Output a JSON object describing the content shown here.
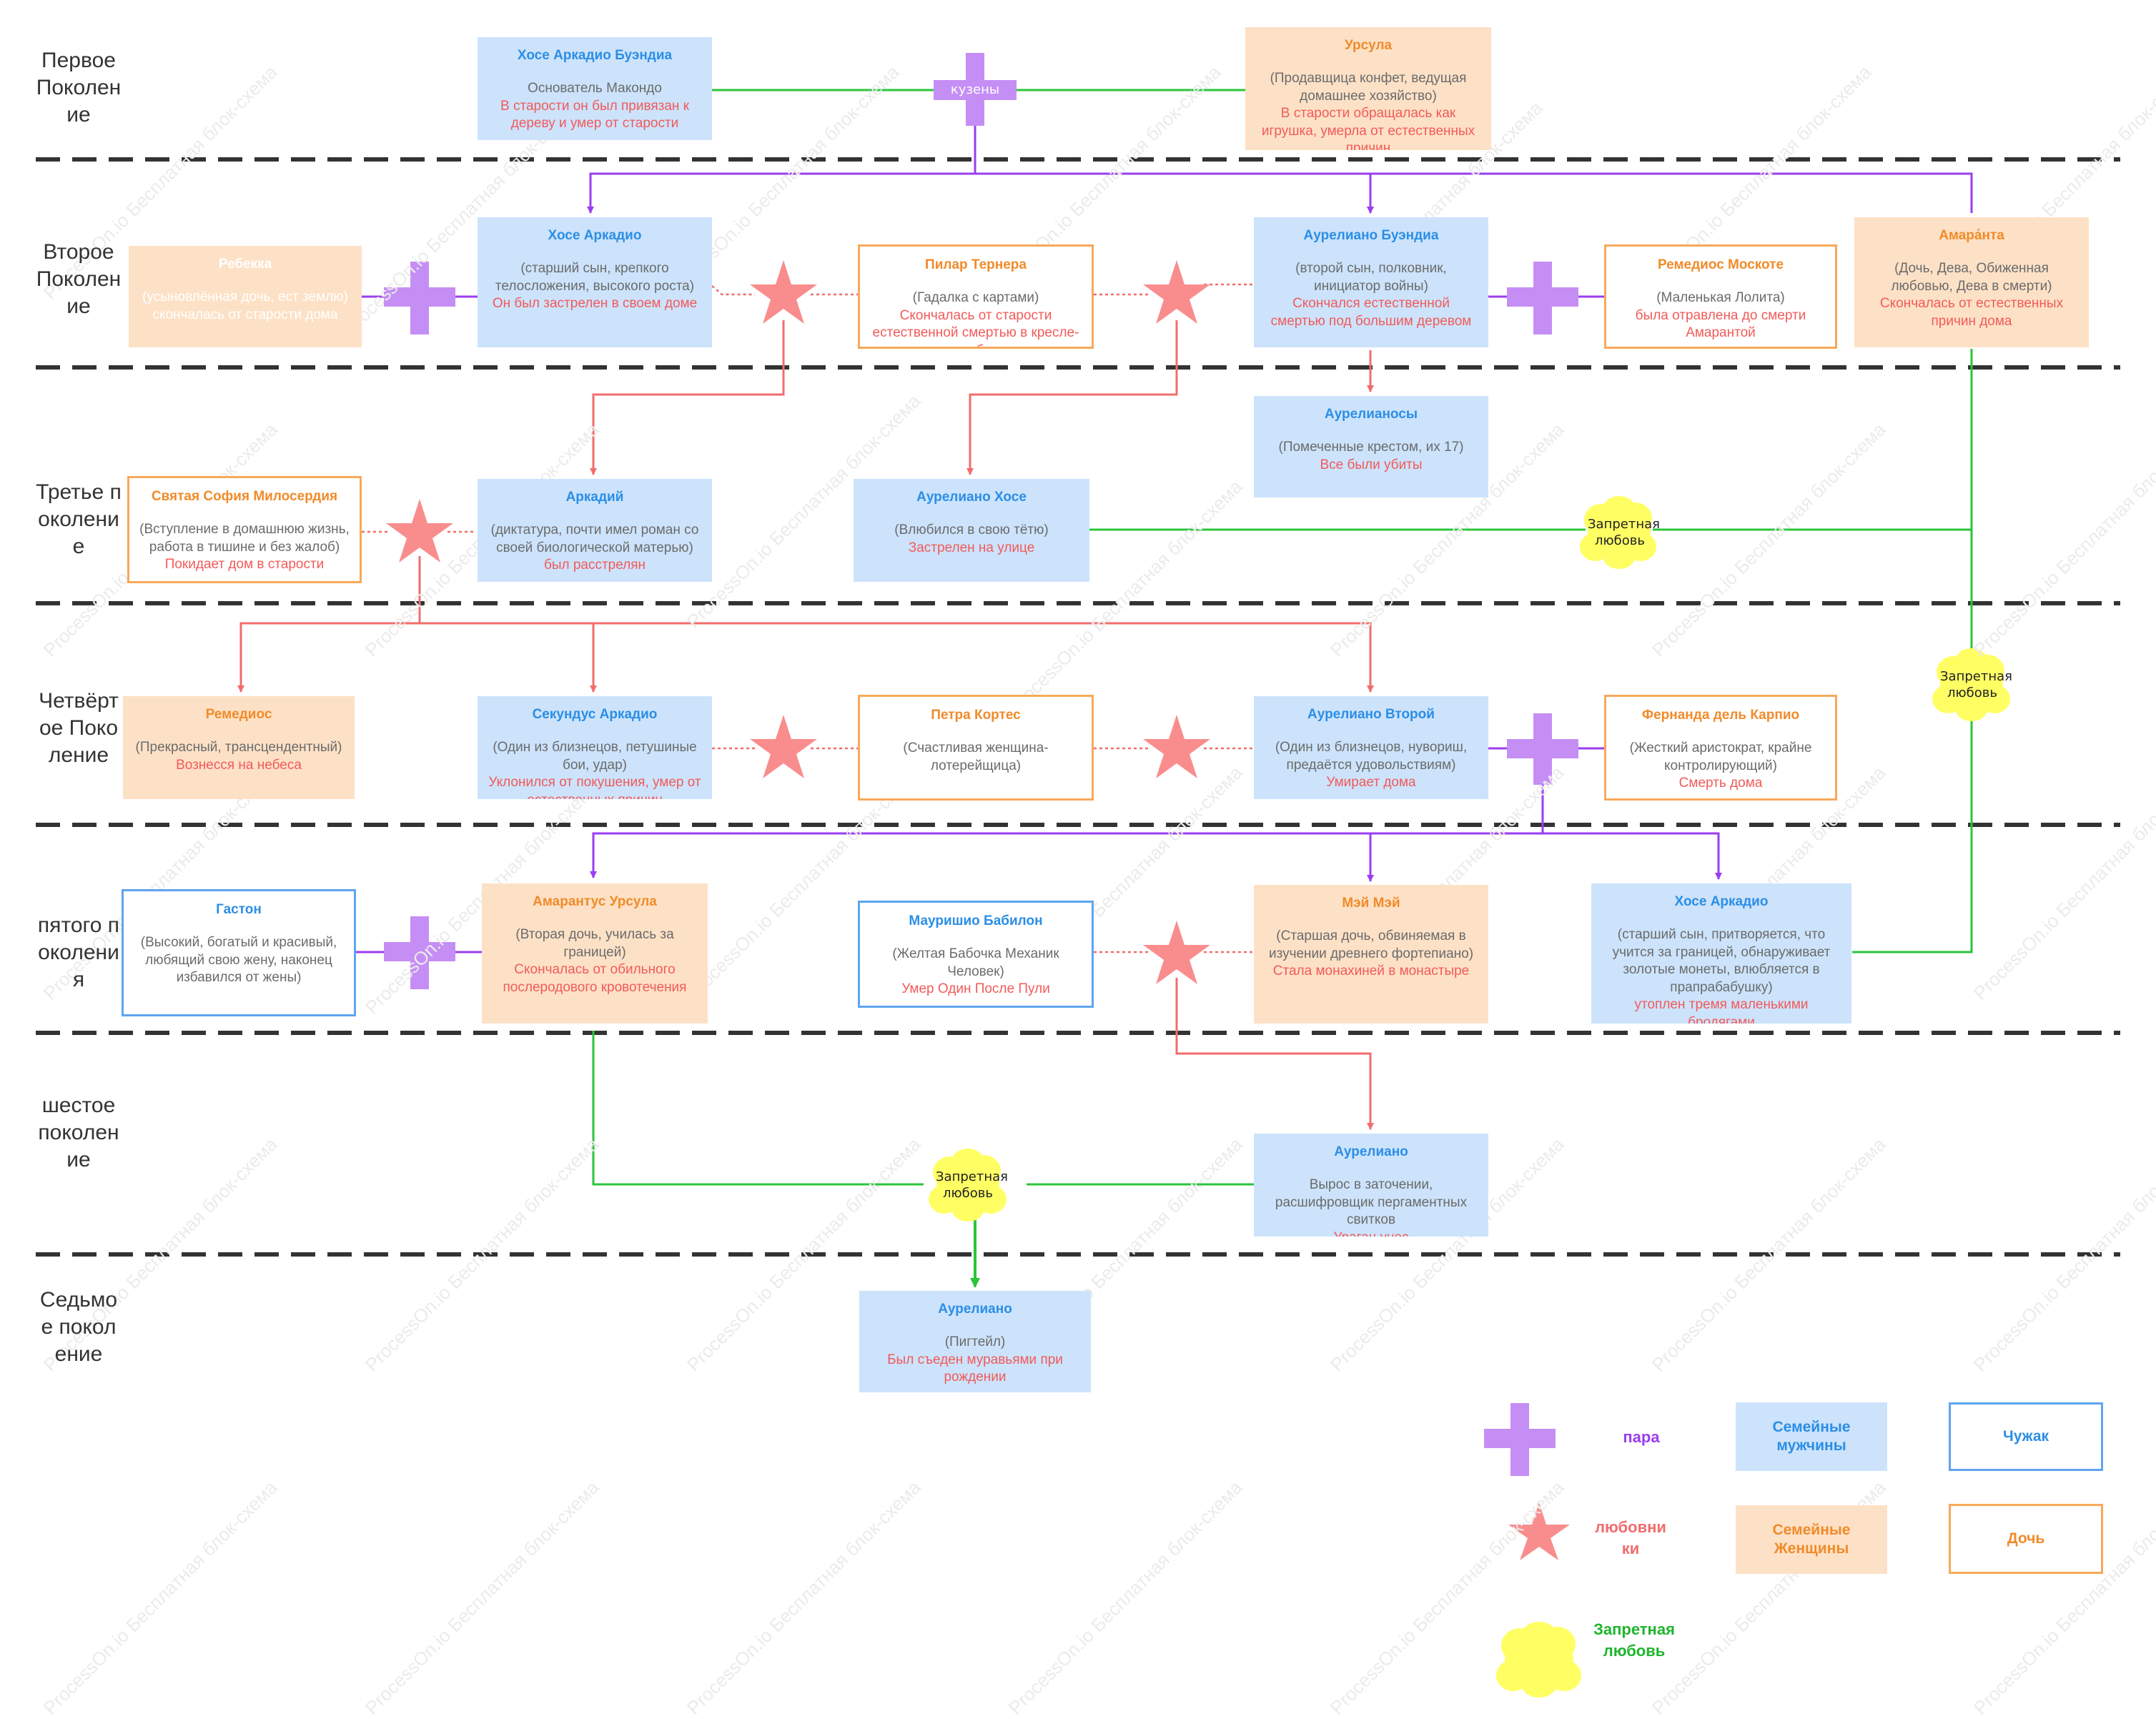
{
  "generations": [
    {
      "id": "g1",
      "label": "Первое Поколение"
    },
    {
      "id": "g2",
      "label": "Второе Поколение"
    },
    {
      "id": "g3",
      "label": "Третье поколение"
    },
    {
      "id": "g4",
      "label": "Четвёртое Поколение"
    },
    {
      "id": "g5",
      "label": "пятого поколения"
    },
    {
      "id": "g6",
      "label": "шестое поколение"
    },
    {
      "id": "g7",
      "label": "Седьмое поколение"
    }
  ],
  "nodes": [
    {
      "id": "jose1",
      "style": "fm",
      "title": "Хосе Аркадио Буэндиа",
      "desc": "Основатель Макондо",
      "fate": "В старости он был привязан к дереву и умер от старости"
    },
    {
      "id": "ursula",
      "style": "ff",
      "title": "Урсула",
      "desc": "(Продавщица конфет, ведущая домашнее хозяйство)",
      "fate": "В старости обращалась как игрушка, умерла от естественных причин"
    },
    {
      "id": "rebeca",
      "style": "ff faded",
      "title": "Ребекка",
      "desc": "(усыновлённая дочь, ест землю)",
      "fate": "скончалась от старости дома"
    },
    {
      "id": "jose2",
      "style": "fm",
      "title": "Хосе Аркадио",
      "desc": "(старший сын, крепкого телосложения, высокого роста)",
      "fate": "Он был застрелен в своем доме"
    },
    {
      "id": "pilar",
      "style": "fo",
      "title": "Пилар Тернера",
      "desc": "(Гадалка с картами)",
      "fate": "Скончалась от старости естественной смертью в кресле-качалке борделя"
    },
    {
      "id": "aureliano_b",
      "style": "fm",
      "title": "Аурелиано Буэндиа",
      "desc": "(второй сын, полковник, инициатор войны)",
      "fate": "Скончался естественной смертью под большим деревом"
    },
    {
      "id": "remedios_m",
      "style": "fo",
      "title": "Ремедиос Москоте",
      "desc": "(Маленькая Лолита)",
      "fate": "была отравлена до смерти Амарантой"
    },
    {
      "id": "amaranta",
      "style": "ff",
      "title": "Амара́нта",
      "desc": "(Дочь, Дева, Обиженная любовью, Дева в смерти)",
      "fate": "Скончалась от естественных причин дома"
    },
    {
      "id": "aurelianos",
      "style": "fm",
      "title": "Аурелианосы",
      "desc": "(Помеченные крестом, их 17)",
      "fate": "Все были убиты"
    },
    {
      "id": "sofia",
      "style": "fo",
      "title": "Святая София Милосердия",
      "desc": "(Вступление в домашнюю жизнь, работа в тишине и без жалоб)",
      "fate": "Покидает дом в старости"
    },
    {
      "id": "arcadio",
      "style": "fm",
      "title": "Аркадий",
      "desc": "(диктатура, почти имел роман со своей биологической матерью)",
      "fate": "был расстрелян"
    },
    {
      "id": "aureliano_jose",
      "style": "fm",
      "title": "Аурелиано Хосе",
      "desc": "(Влюбился в свою тётю)",
      "fate": "Застрелен на улице"
    },
    {
      "id": "remedios",
      "style": "ff",
      "title": "Ремедиос",
      "desc": "(Прекрасный, трансцендентный)",
      "fate": "Вознесся на небеса"
    },
    {
      "id": "segundo",
      "style": "fm",
      "title": "Секундус Аркадио",
      "desc": "(Один из близнецов, петушиные бои, удар)",
      "fate": "Уклонился от покушения, умер от естественных причин"
    },
    {
      "id": "petra",
      "style": "fo",
      "title": "Петра Кортес",
      "desc": "(Счастливая женщина-лотерейщица)",
      "fate": ""
    },
    {
      "id": "aureliano2",
      "style": "fm",
      "title": "Аурелиано Второй",
      "desc": "(Один из близнецов, нувориш, предаётся удовольствиям)",
      "fate": "Умирает дома"
    },
    {
      "id": "fernanda",
      "style": "fo",
      "title": "Фернанда дель Карпио",
      "desc": "(Жесткий аристократ, крайне контролирующий)",
      "fate": "Смерть дома"
    },
    {
      "id": "gaston",
      "style": "fs",
      "title": "Гастон",
      "desc": "(Высокий, богатый и красивый, любящий свою жену, наконец избавился от жены)",
      "fate": ""
    },
    {
      "id": "amaranta_u",
      "style": "ff",
      "title": "Амарантус Урсула",
      "desc": "(Вторая дочь, училась за границей)",
      "fate": "Скончалась от обильного послеродового кровотечения"
    },
    {
      "id": "mauricio",
      "style": "fs",
      "title": "Мауришио Бабилон",
      "desc": "(Желтая Бабочка Механик Человек)",
      "fate": "Умер Один После Пули"
    },
    {
      "id": "meme",
      "style": "ff",
      "title": "Мэй Мэй",
      "desc": "(Старшая дочь, обвиняемая в изучении древнего фортепиано)",
      "fate": "Стала монахиней в монастыре"
    },
    {
      "id": "jose3",
      "style": "fm",
      "title": "Хосе Аркадио",
      "desc": "(старший сын, притворяется, что учится за границей, обнаруживает золотые монеты, влюбляется в прапрабабушку)",
      "fate": "утоплен тремя маленькими бродягами"
    },
    {
      "id": "aureliano6",
      "style": "fm",
      "title": "Аурелиано",
      "desc": "Вырос в заточении, расшифровщик пергаментных свитков",
      "fate": "Ураган унес"
    },
    {
      "id": "aureliano7",
      "style": "fm",
      "title": "Аурелиано",
      "desc": "(Пигтейл)",
      "fate": "Был съеден муравьями при рождении"
    }
  ],
  "relation_labels": {
    "cousins": "кузены",
    "forbidden": "Запретная любовь"
  },
  "legend": {
    "pair": "пара",
    "lovers": "любовники",
    "forbidden": "Запретная любовь",
    "family_men": "Семейные мужчины",
    "family_women": "Семейные Женщины",
    "outsider": "Чужак",
    "daughter": "Дочь"
  },
  "watermark": "ProcessOn.io Бесплатная блок-схема",
  "colors": {
    "family_male_fill": "#cce3fb",
    "family_female_fill": "#fde1c6",
    "daughter_border": "#f7a95a",
    "outsider_border": "#5fa5ee",
    "pair_symbol": "#c58ef5",
    "pair_line": "#9b3df0",
    "lovers_star": "#f98d8d",
    "lovers_line": "#f16d6d",
    "child_arrow": "#f16d6d",
    "forbidden_cloud": "#ffff64",
    "forbidden_line": "#2bc43b",
    "divider": "#333333"
  }
}
